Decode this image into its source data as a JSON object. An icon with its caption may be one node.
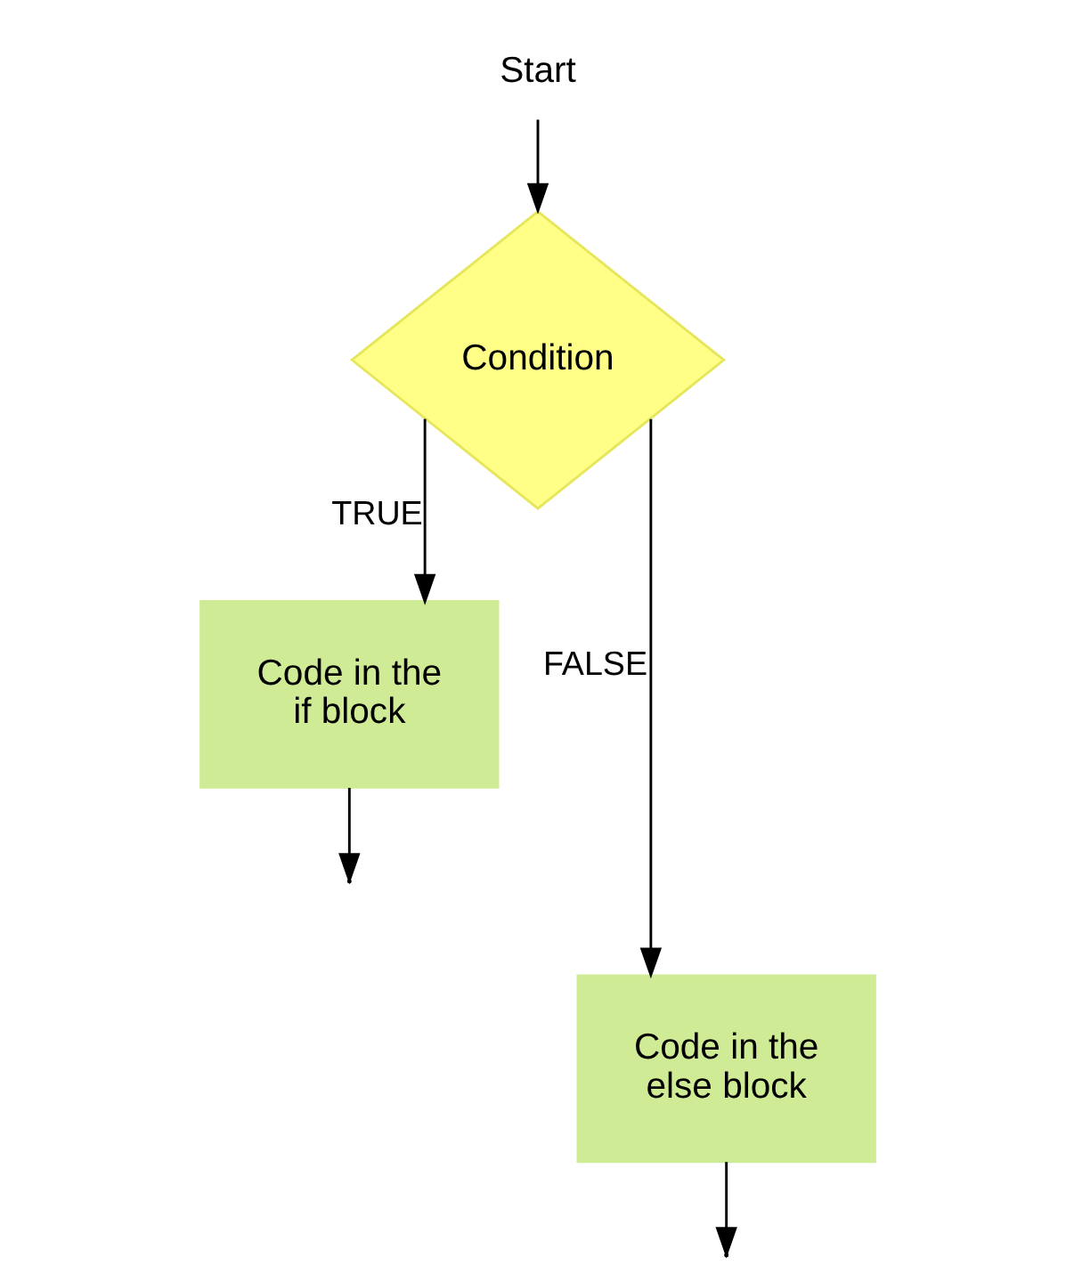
{
  "diagram": {
    "nodes": [
      {
        "text": [
          "Start"
        ]
      },
      {
        "text": [
          "Condition"
        ]
      },
      {
        "text": [
          "Code in the if block"
        ]
      },
      {
        "text": [
          "Code in the else block"
        ]
      }
    ],
    "edges": [
      {
        "from": 0,
        "to": 1,
        "arrow": "to"
      },
      {
        "from": 1,
        "to": 2,
        "arrow": "to",
        "label": "TRUE"
      },
      {
        "from": 1,
        "to": 3,
        "arrow": "to",
        "label": "FALSE"
      },
      {
        "from": 2,
        "to": null,
        "arrow": "to"
      },
      {
        "from": 3,
        "to": null,
        "arrow": "to"
      }
    ]
  }
}
